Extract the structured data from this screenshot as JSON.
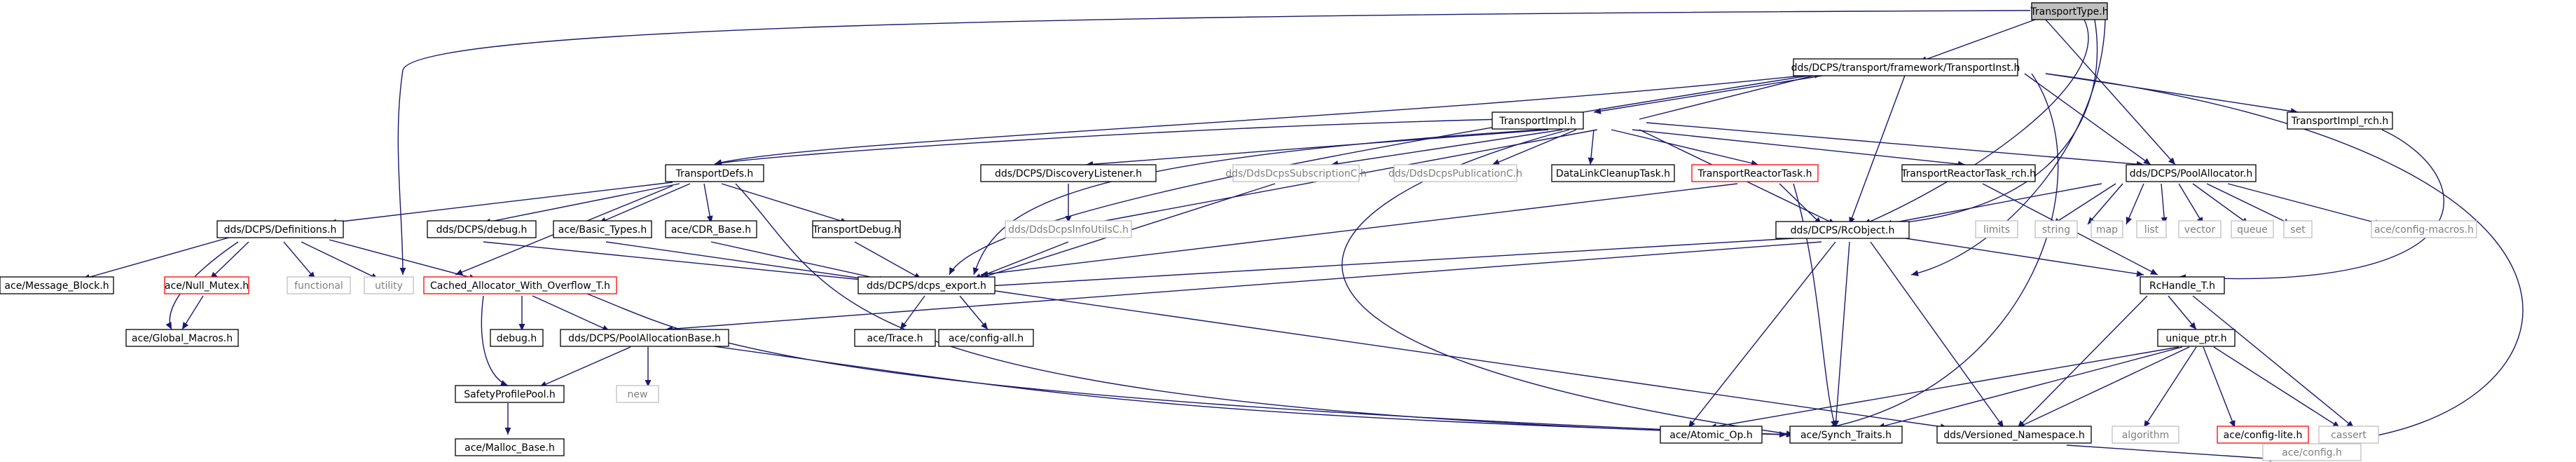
{
  "nodes": {
    "transport_type_h": "TransportType.h",
    "transport_inst_h": "dds/DCPS/transport/framework/TransportInst.h",
    "transport_impl_h": "TransportImpl.h",
    "transport_impl_rch_h": "TransportImpl_rch.h",
    "transport_defs_h": "TransportDefs.h",
    "discovery_listener_h": "dds/DCPS/DiscoveryListener.h",
    "dds_dcps_subscription_c_h": "dds/DdsDcpsSubscriptionC.h",
    "dds_dcps_publication_c_h": "dds/DdsDcpsPublicationC.h",
    "datalink_cleanup_task_h": "DataLinkCleanupTask.h",
    "transport_reactor_task_h": "TransportReactorTask.h",
    "transport_reactor_task_rch_h": "TransportReactorTask_rch.h",
    "pool_allocator_h": "dds/DCPS/PoolAllocator.h",
    "dcps_definitions_h": "dds/DCPS/Definitions.h",
    "dcps_debug_h": "dds/DCPS/debug.h",
    "basic_types_h": "ace/Basic_Types.h",
    "cdr_base_h": "ace/CDR_Base.h",
    "transport_debug_h": "TransportDebug.h",
    "dds_dcps_info_utils_c_h": "dds/DdsDcpsInfoUtilsC.h",
    "limits": "limits",
    "string": "string",
    "map": "map",
    "list": "list",
    "vector": "vector",
    "queue": "queue",
    "set": "set",
    "config_macros_h": "ace/config-macros.h",
    "rc_object_h": "dds/DCPS/RcObject.h",
    "message_block_h": "ace/Message_Block.h",
    "null_mutex_h": "ace/Null_Mutex.h",
    "functional": "functional",
    "utility": "utility",
    "cached_allocator_h": "Cached_Allocator_With_Overflow_T.h",
    "dcps_export_h": "dds/DCPS/dcps_export.h",
    "rc_handle_t_h": "RcHandle_T.h",
    "global_macros_h": "ace/Global_Macros.h",
    "debug_h": "debug.h",
    "pool_allocation_base_h": "dds/DCPS/PoolAllocationBase.h",
    "trace_h": "ace/Trace.h",
    "config_all_h": "ace/config-all.h",
    "unique_ptr_h": "unique_ptr.h",
    "new": "new",
    "safety_profile_pool_h": "SafetyProfilePool.h",
    "atomic_op_h": "ace/Atomic_Op.h",
    "synch_traits_h": "ace/Synch_Traits.h",
    "versioned_namespace_h": "dds/Versioned_Namespace.h",
    "algorithm": "algorithm",
    "config_lite_h": "ace/config-lite.h",
    "cassert": "cassert",
    "malloc_base_h": "ace/Malloc_Base.h",
    "config_h": "ace/config.h"
  },
  "colors": {
    "edge": "#191970",
    "root_fill": "#bfbfbf",
    "external_border": "#bfbfbf",
    "incomplete_border": "#ff0000"
  }
}
